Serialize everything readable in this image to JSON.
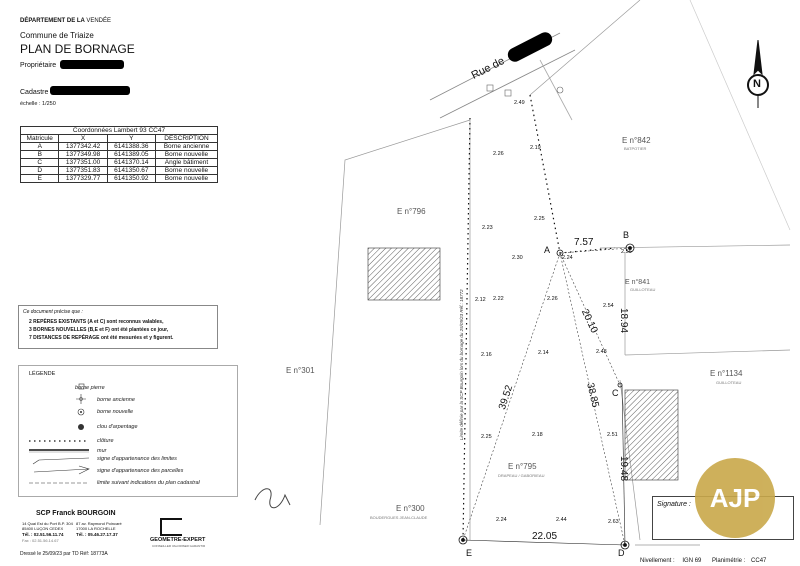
{
  "header": {
    "department_label": "DÉPARTEMENT DE LA",
    "department": "VENDÉE",
    "commune_label": "Commune de",
    "commune": "Triaize",
    "title": "PLAN DE BORNAGE",
    "owner_label": "Propriétaire",
    "cadastre_label": "Cadastre :",
    "scale": "échelle : 1/250"
  },
  "coords_table": {
    "caption": "Coordonnées Lambert 93 CC47",
    "columns": [
      "Matricule",
      "X",
      "Y",
      "DESCRIPTION"
    ],
    "rows": [
      [
        "A",
        "1377342.42",
        "6141388.36",
        "Borne ancienne"
      ],
      [
        "B",
        "1377349.98",
        "6141389.05",
        "Borne nouvelle"
      ],
      [
        "C",
        "1377351.00",
        "6141370.14",
        "Angle bâtiment"
      ],
      [
        "D",
        "1377351.83",
        "6141350.67",
        "Borne nouvelle"
      ],
      [
        "E",
        "1377329.77",
        "6141350.92",
        "Borne nouvelle"
      ]
    ]
  },
  "note": {
    "intro": "Ce document précise que :",
    "items": [
      "2 REPÈRES EXISTANTS (A et C) sont reconnus valables,",
      "3 BORNES NOUVELLES (B,E et F) ont été plantées ce jour,",
      "7 DISTANCES DE REPÉRAGE ont été mesurées et y figurent."
    ]
  },
  "legend": {
    "title": "LÉGENDE",
    "items": [
      "borne pierre",
      "borne ancienne",
      "borne nouvelle",
      "clou d'arpentage",
      "clôture",
      "mur",
      "signe d'appartenance des limites",
      "signe d'appartenance des parcelles",
      "limite suivant indications du plan cadastral"
    ]
  },
  "firm": {
    "name": "SCP  Franck  BOURGOIN",
    "addr_left": [
      "14 Quai Est du Port B.P. 304",
      "85400 LUÇON CEDEX",
      "Tél. : 02.51.56.11.74",
      "Fax : 02.51.56.14.67"
    ],
    "addr_right": [
      "87 av. Raymond Poincaré",
      "17000 LA ROCHELLE",
      "Tél. : 05.46.27.17.37"
    ],
    "logo_text": "GEOMETRE-EXPERT",
    "logo_sub": "CONSEILLER VALORISER GARANTIR",
    "drawn": "Dressé le 25/09/23 par TD  Réf: 18773A"
  },
  "footer": {
    "nivellement_label": "Nivellement :",
    "nivellement": "IGN 69",
    "planimetrie_label": "Planimétrie :",
    "planimetrie": "CC47",
    "signature_label": "Signature :",
    "ajp": "AJP"
  },
  "map": {
    "street_label": "Rue de",
    "north_letter": "N",
    "parcels": [
      {
        "label": "E n°842",
        "sub": "BATPOTIER"
      },
      {
        "label": "E n°796",
        "sub": ""
      },
      {
        "label": "E n°841",
        "sub": "GUILLOTEAU"
      },
      {
        "label": "E n°301",
        "sub": ""
      },
      {
        "label": "E n°1134",
        "sub": "GUILLOTEAU"
      },
      {
        "label": "E n°795",
        "sub": "DRAPEAU / GABORIEAU"
      },
      {
        "label": "E n°300",
        "sub": "BOUDERGUES JEAN-CLAUDE"
      }
    ],
    "points": [
      "A",
      "B",
      "C",
      "D",
      "E"
    ],
    "distances": [
      "7.57",
      "20.10",
      "18.94",
      "39.52",
      "38.85",
      "19.48",
      "22.05"
    ],
    "spot_heights": [
      "2.49",
      "2.26",
      "2.19",
      "2.23",
      "2.25",
      "2.30",
      "2.24",
      "2.56",
      "2.12",
      "2.22",
      "2.26",
      "2.54",
      "2.16",
      "2.14",
      "2.48",
      "2.25",
      "2.18",
      "2.51",
      "2.24",
      "2.44",
      "2.63"
    ],
    "limit_note": "Limite définie par la SCP Bourgoin lors du bornage du 25/09/23 Réf.: 18772"
  },
  "colors": {
    "ink": "#111111",
    "redaction": "#000000",
    "ajp_gold": "#c9a84a"
  }
}
